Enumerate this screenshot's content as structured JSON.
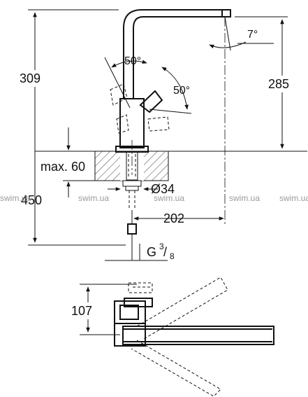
{
  "dimensions": {
    "total_height": "309",
    "spout_height": "285",
    "spout_angle": "7°",
    "lever_angle_left": "50°",
    "lever_angle_right": "50°",
    "max_thickness": "max. 60",
    "hose_length": "450",
    "hole_diameter": "Ø34",
    "spout_reach": "202",
    "thread": "G",
    "thread_num": "3",
    "thread_den": "8",
    "top_view_height": "107"
  },
  "watermark": [
    "swim.ua",
    "swim.ua",
    "swim.ua",
    "swim.ua",
    "swim.ua"
  ],
  "colors": {
    "line": "#111111",
    "watermark": "#9a9a9a",
    "background": "#ffffff"
  }
}
